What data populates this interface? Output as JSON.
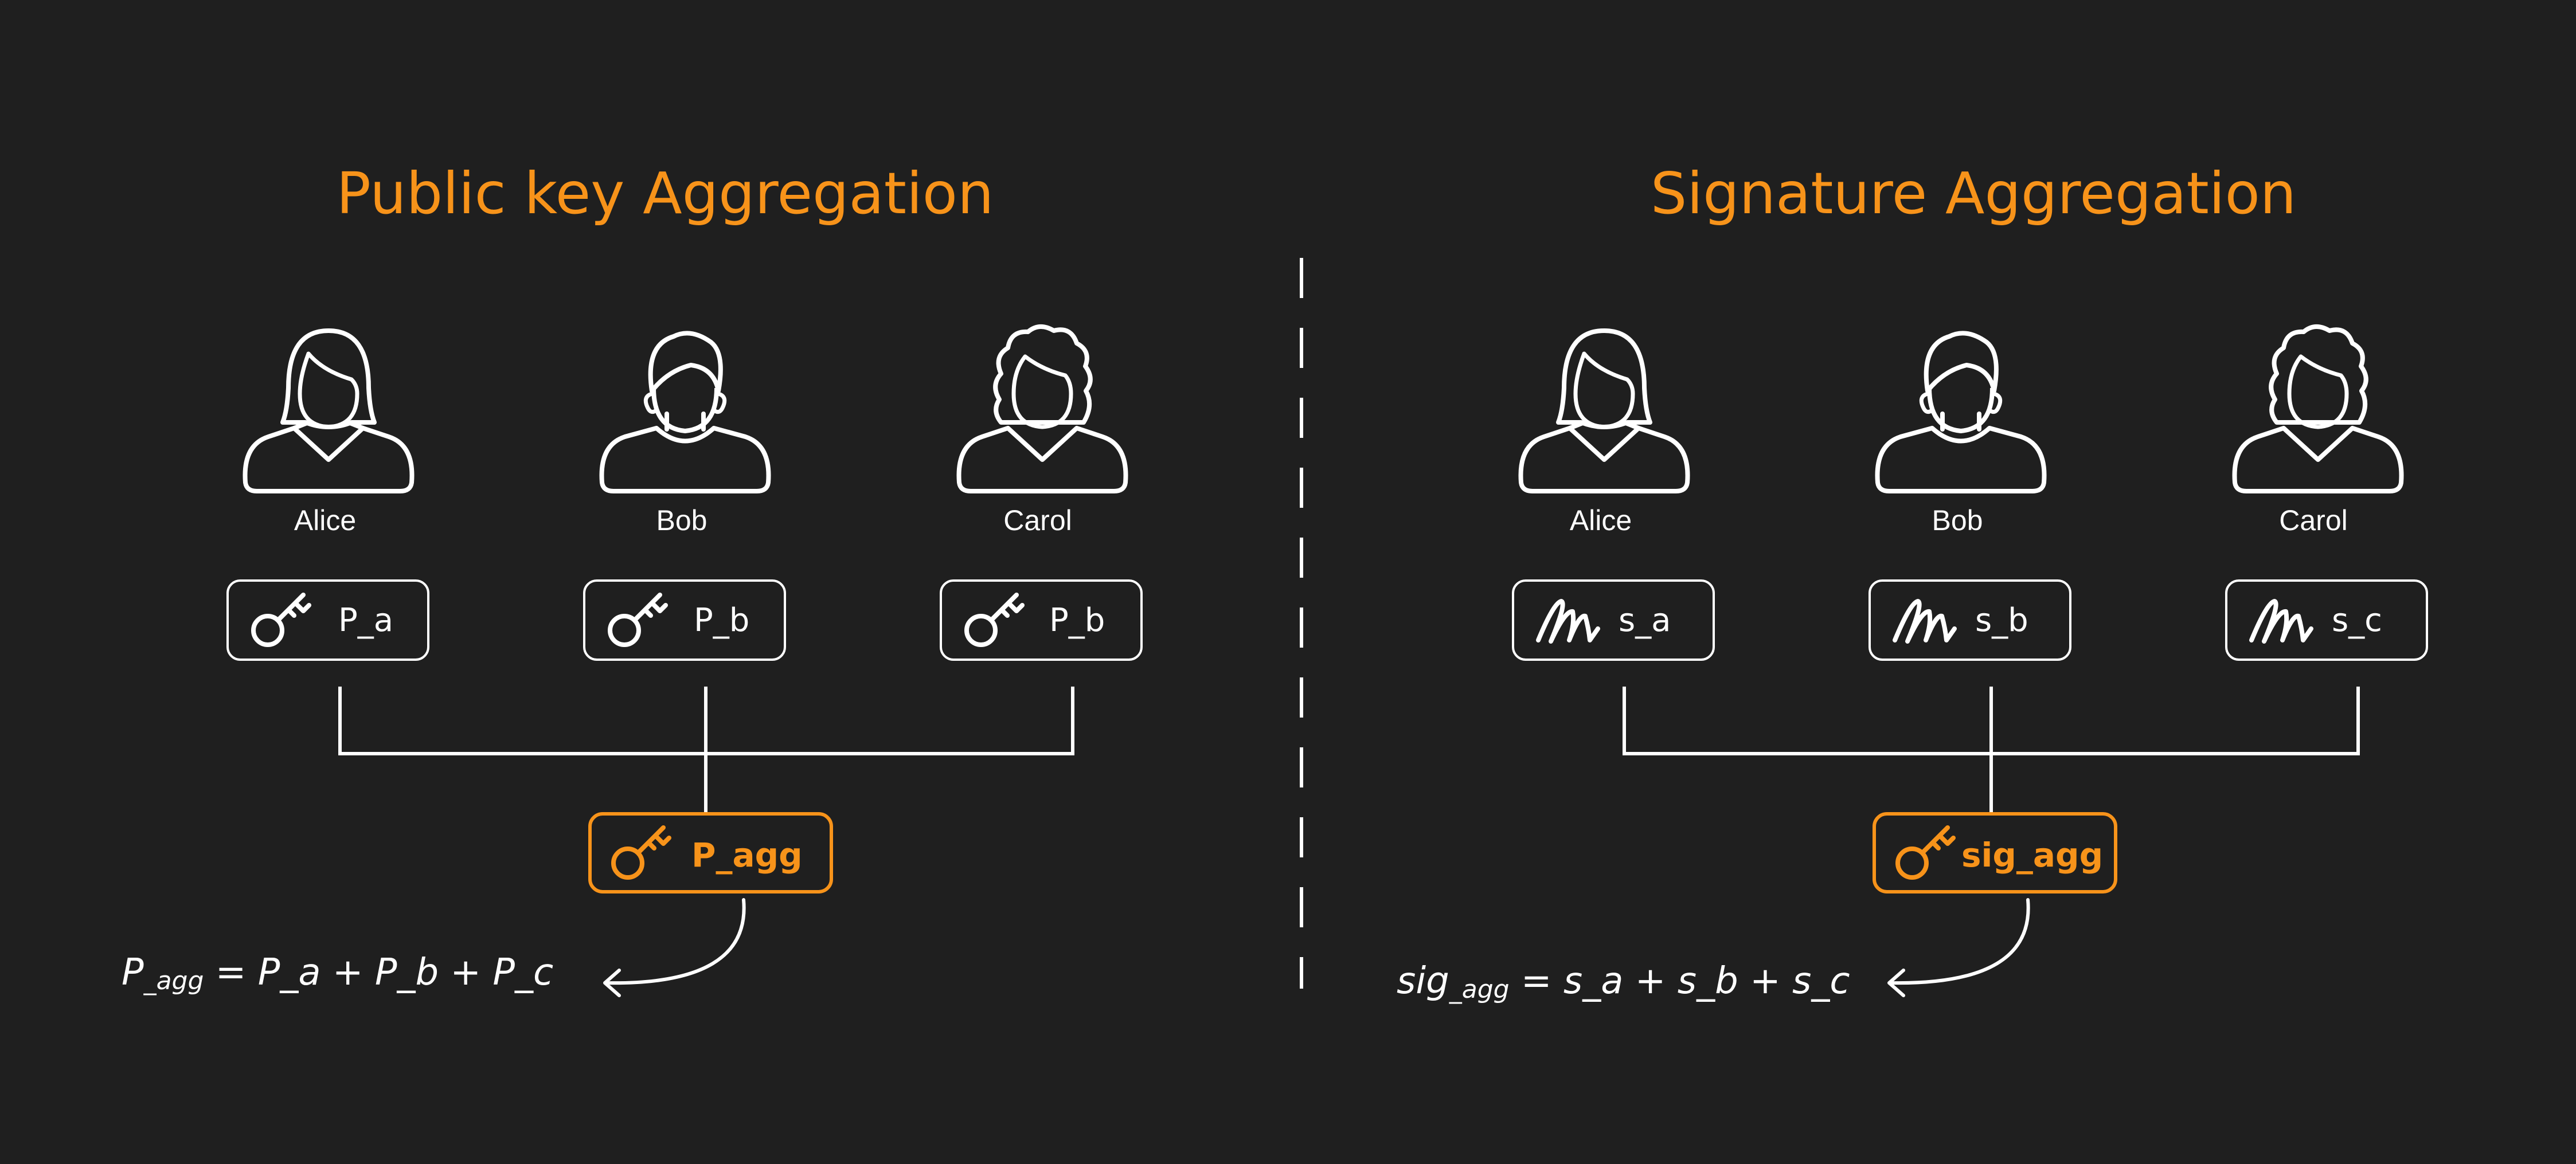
{
  "colors": {
    "background": "#1f1f1f",
    "accent": "#f7931a",
    "line": "#ffffff"
  },
  "left": {
    "title": "Public key Aggregation",
    "people": [
      {
        "name": "Alice",
        "icon": "woman-icon",
        "label": "P_a",
        "label_icon": "key-icon"
      },
      {
        "name": "Bob",
        "icon": "man-icon",
        "label": "P_b",
        "label_icon": "key-icon"
      },
      {
        "name": "Carol",
        "icon": "curly-hair-woman-icon",
        "label": "P_b",
        "label_icon": "key-icon"
      }
    ],
    "aggregate": {
      "label": "P_agg",
      "icon": "key-icon"
    },
    "formula": {
      "lhs": "P",
      "lhs_sub": "_agg",
      "rhs": " = P_a + P_b + P_c"
    }
  },
  "right": {
    "title": "Signature Aggregation",
    "people": [
      {
        "name": "Alice",
        "icon": "woman-icon",
        "label": "s_a",
        "label_icon": "signature-icon"
      },
      {
        "name": "Bob",
        "icon": "man-icon",
        "label": "s_b",
        "label_icon": "signature-icon"
      },
      {
        "name": "Carol",
        "icon": "curly-hair-woman-icon",
        "label": "s_c",
        "label_icon": "signature-icon"
      }
    ],
    "aggregate": {
      "label": "sig_agg",
      "icon": "key-icon"
    },
    "formula": {
      "lhs": "sig",
      "lhs_sub": "_agg",
      "rhs": " = s_a + s_b + s_c"
    }
  }
}
